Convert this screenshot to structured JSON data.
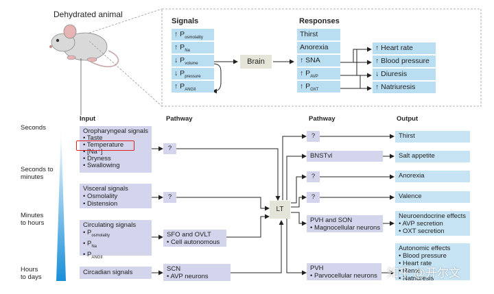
{
  "top": {
    "animal_label": "Dehydrated animal",
    "signals_header": "Signals",
    "responses_header": "Responses",
    "brain_label": "Brain",
    "signals": [
      {
        "arrow": "↑",
        "base": "P",
        "sub": "osmolality"
      },
      {
        "arrow": "↑",
        "base": "P",
        "sub": "Na"
      },
      {
        "arrow": "↓",
        "base": "P",
        "sub": "volume"
      },
      {
        "arrow": "↓",
        "base": "P",
        "sub": "pressure"
      },
      {
        "arrow": "↑",
        "base": "P",
        "sub": "ANGII"
      }
    ],
    "responses": [
      {
        "arrow": "",
        "text": "Thirst",
        "sub": ""
      },
      {
        "arrow": "",
        "text": "Anorexia",
        "sub": ""
      },
      {
        "arrow": "↑",
        "text": "SNA",
        "sub": ""
      },
      {
        "arrow": "↑",
        "text": "P",
        "sub": "AVP"
      },
      {
        "arrow": "↑",
        "text": "P",
        "sub": "OXT"
      }
    ],
    "effects": [
      {
        "arrow": "↑",
        "text": "Heart rate"
      },
      {
        "arrow": "↑",
        "text": "Blood pressure"
      },
      {
        "arrow": "↓",
        "text": "Diuresis"
      },
      {
        "arrow": "↑",
        "text": "Natriuresis"
      }
    ]
  },
  "headers": {
    "input": "Input",
    "pathway1": "Pathway",
    "pathway2": "Pathway",
    "output": "Output"
  },
  "timescale": {
    "seconds": "Seconds",
    "seconds_minutes_1": "Seconds to",
    "seconds_minutes_2": "minutes",
    "minutes_hours_1": "Minutes",
    "minutes_hours_2": "to hours",
    "hours_days_1": "Hours",
    "hours_days_2": "to days"
  },
  "inputs": {
    "oro": {
      "title": "Oropharyngeal signals",
      "items": [
        "• Taste",
        "• Temperature",
        "• [Na⁺]",
        "• Dryness",
        "• Swallowing"
      ]
    },
    "visceral": {
      "title": "Visceral signals",
      "items": [
        "• Osmolality",
        "• Distension"
      ]
    },
    "circulating": {
      "title": "Circulating signals",
      "items": [
        {
          "bullet": "• P",
          "sub": "osmolality"
        },
        {
          "bullet": "• P",
          "sub": "Na"
        },
        {
          "bullet": "• P",
          "sub": "ANGII"
        }
      ]
    },
    "circadian": {
      "title": "Circadian signals"
    }
  },
  "pathway1": {
    "q1": "?",
    "q2": "?",
    "sfo": {
      "title": "SFO and OVLT",
      "item": "• Cell autonomous"
    },
    "scn": {
      "title": "SCN",
      "item": "• AVP neurons"
    }
  },
  "lt_label": "LT",
  "pathway2": {
    "q1": "?",
    "bnst": "BNSTvl",
    "q2": "?",
    "q3": "?",
    "pvh_son": {
      "title": "PVH and SON",
      "item": "• Magnocellular neurons"
    },
    "pvh": {
      "title": "PVH",
      "item": "• Parvocellular neurons"
    }
  },
  "outputs": {
    "thirst": "Thirst",
    "salt": "Salt appetite",
    "anorexia": "Anorexia",
    "valence": "Valence",
    "neuro": {
      "title": "Neuroendocrine effects",
      "items": [
        "• AVP secretion",
        "• OXT secretion"
      ]
    },
    "auto": {
      "title": "Autonomic effects",
      "items": [
        "• Blood pressure",
        "• Heart rate",
        "• Renal",
        "• Natriuresis"
      ]
    }
  },
  "watermark": "知乎 @开尔文",
  "colors": {
    "input_box": "#d3d5ec",
    "output_box": "#c7e4f4",
    "lt_box": "#e4e4d8",
    "highlight": "#e02020",
    "gradient": "#1a8fd8"
  }
}
